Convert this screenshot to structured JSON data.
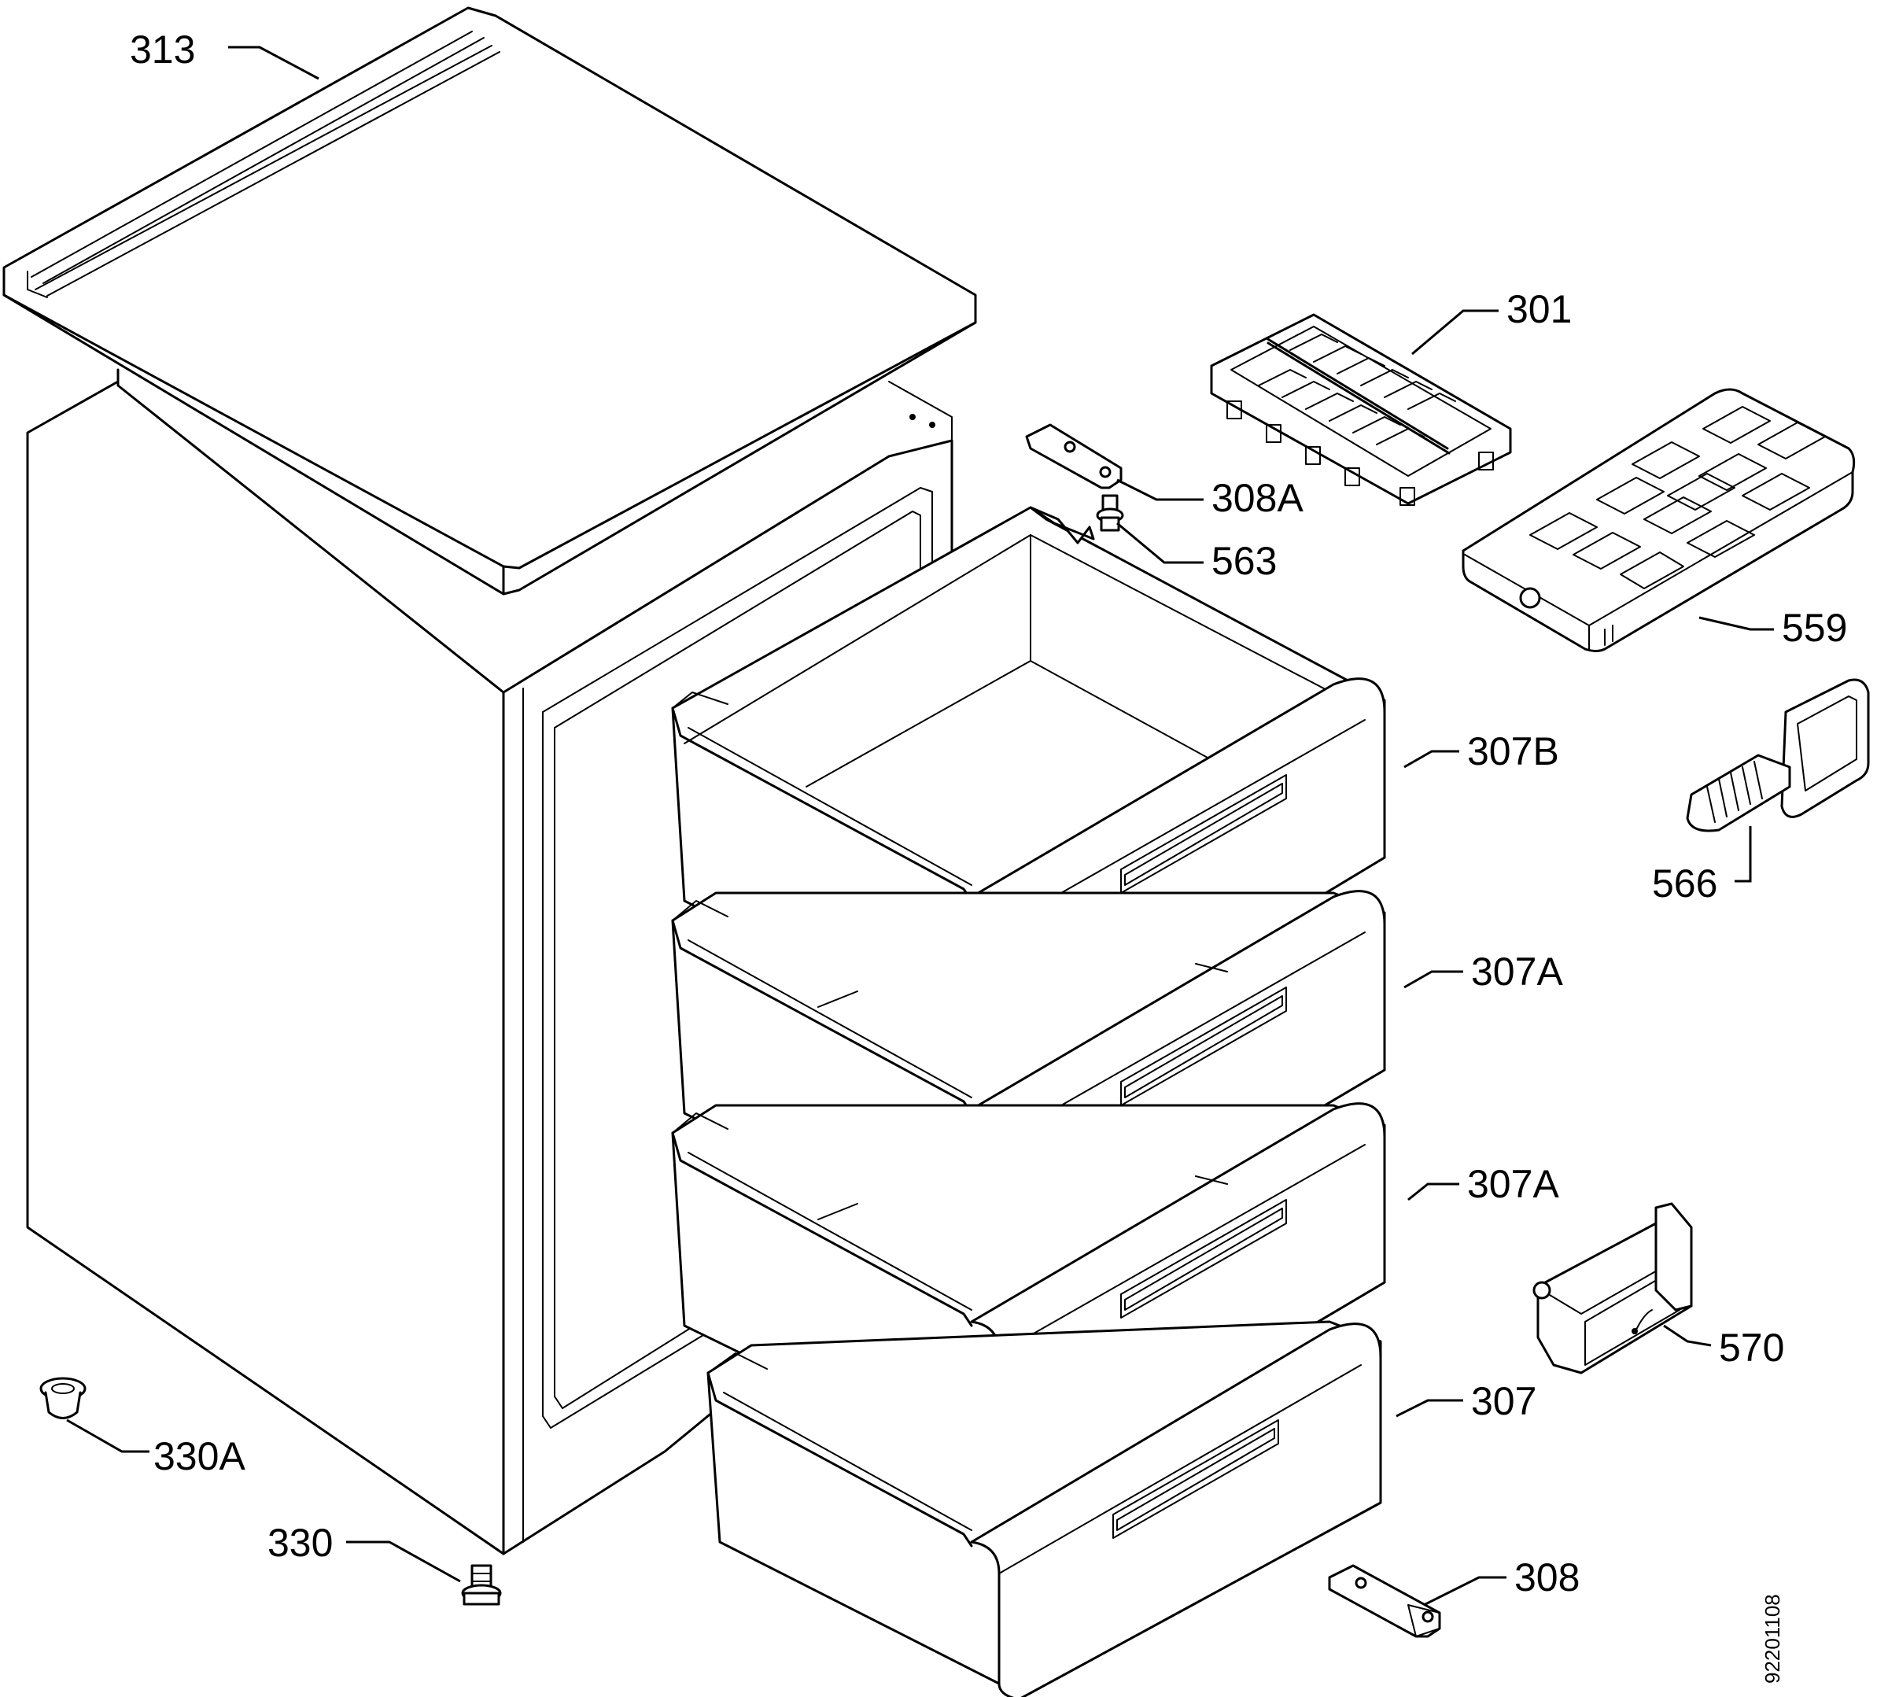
{
  "labels": {
    "p313": "313",
    "p301": "301",
    "p308a": "308",
    "p308a_suffix": "A",
    "p563": "563",
    "p559": "559",
    "p307b": "307",
    "p307b_suffix": "B",
    "p566": "566",
    "p307a_1": "307",
    "p307a_1_suffix": "A",
    "p307a_2": "307",
    "p307a_2_suffix": "A",
    "p570": "570",
    "p307": "307",
    "p330a": "330",
    "p330a_suffix": "A",
    "p330": "330",
    "p308": "308"
  },
  "document_number": "92201108",
  "colors": {
    "line": "#000000",
    "background": "#ffffff"
  }
}
